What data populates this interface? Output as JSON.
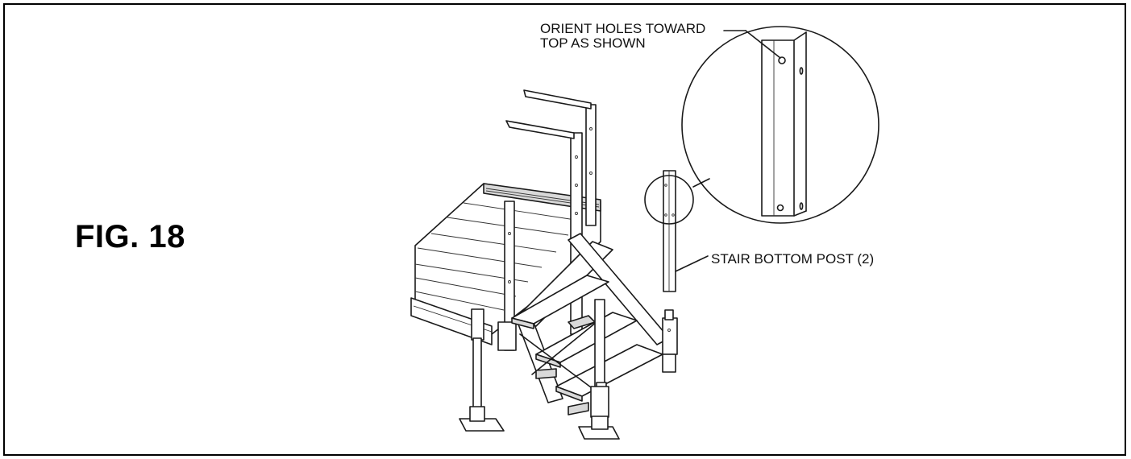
{
  "figure": {
    "label": "FIG. 18"
  },
  "callouts": {
    "holes_line1": "ORIENT HOLES TOWARD",
    "holes_line2": "TOP AS SHOWN",
    "post": "STAIR BOTTOM POST (2)"
  }
}
